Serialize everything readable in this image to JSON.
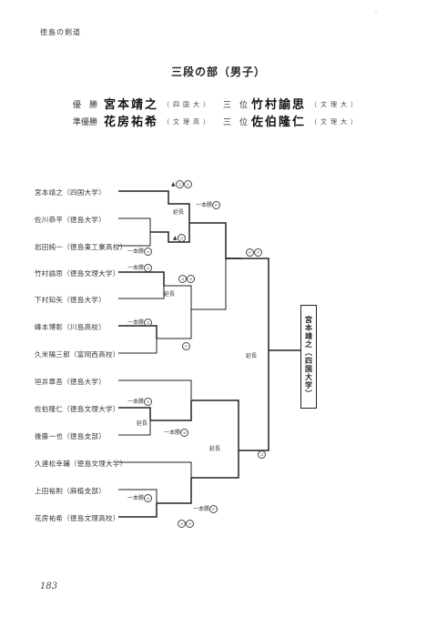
{
  "header": {
    "text": "徳島の剣道"
  },
  "title": "三段の部（男子）",
  "results": {
    "winner": {
      "label": "優　勝",
      "name": "宮本靖之",
      "school": "（四国大）"
    },
    "runner_up": {
      "label": "準優勝",
      "name": "花房祐希",
      "school": "（文理高）"
    },
    "third1": {
      "label": "三　位",
      "name": "竹村諭思",
      "school": "（文理大）"
    },
    "third2": {
      "label": "三　位",
      "name": "佐伯隆仁",
      "school": "（文理大）"
    }
  },
  "players": [
    "宮本靖之（四国大学）",
    "佐川恭平（徳島大学）",
    "岩田純一（徳島東工業高校）",
    "竹村諭思（徳島文理大学）",
    "下村知矢（徳島大学）",
    "峰本博彰（川島高校）",
    "久米陽三郎（富岡西高校）",
    "垣井章吾（徳島大学）",
    "佐伯隆仁（徳島文理大学）",
    "後藤一也（徳島支部）",
    "久連松幸輔（徳島文理大学）",
    "上田裕則（麻植支部）",
    "花房祐希（徳島文理高校）"
  ],
  "annotations": {
    "enchou": "延長",
    "ippon": "一本勝",
    "marks": {
      "m1": "コ",
      "m2": "メ",
      "m3": "ド",
      "m4": "コ",
      "m5": "メ",
      "m6": "ド",
      "m7": "ド",
      "m8": "メ",
      "m9": "コ",
      "m10": "メ",
      "m11": "コ",
      "m12": "ド",
      "m13": "メ",
      "m14": "メ",
      "m15": "コ",
      "m16": "メ",
      "m17": "ド",
      "m18": "メ"
    }
  },
  "champion_box": "宮本靖之（四国大学）",
  "page_number": "183",
  "corner_mark": "-"
}
